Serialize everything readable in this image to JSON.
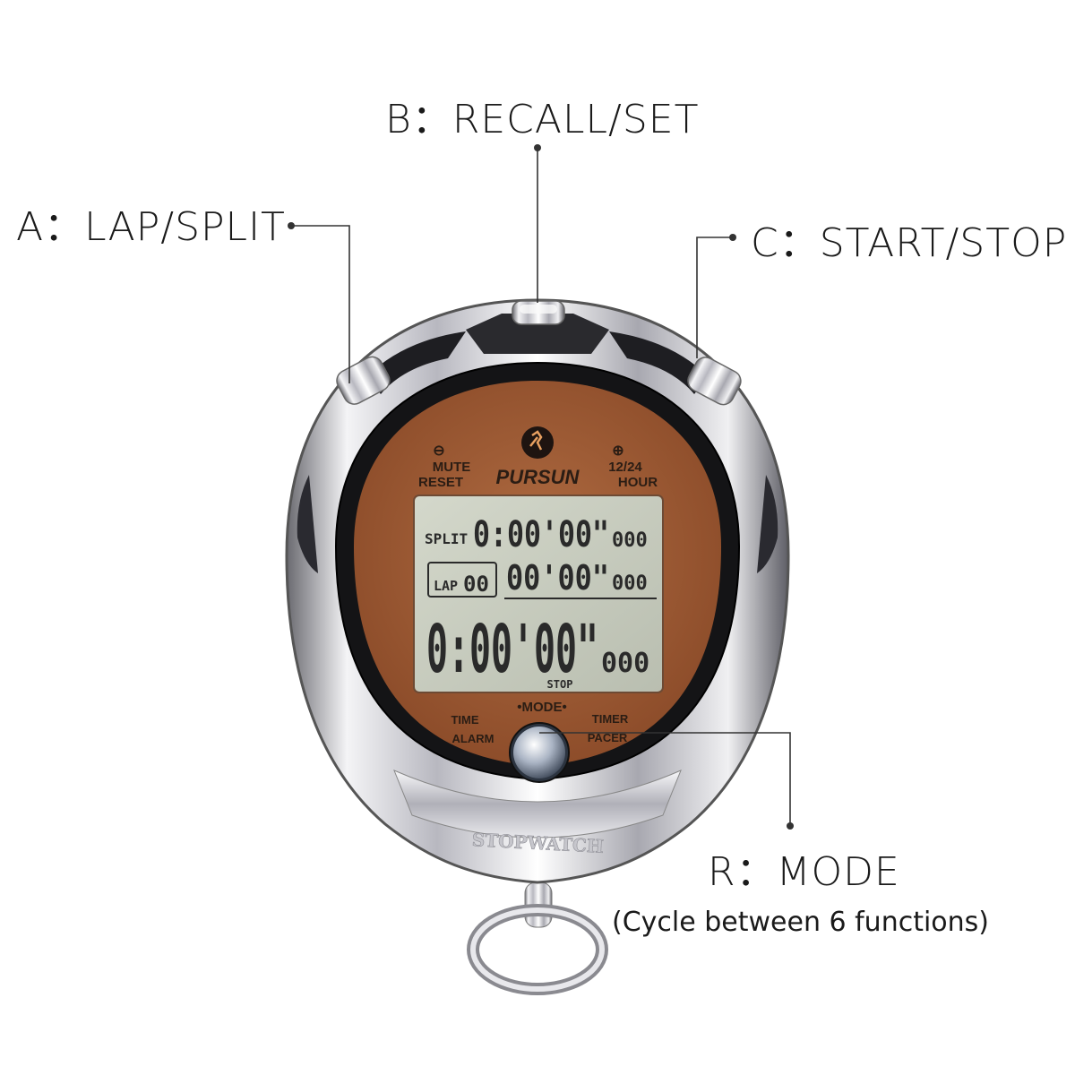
{
  "callouts": {
    "a": {
      "letter": "A",
      "label": "LAP/SPLIT"
    },
    "b": {
      "letter": "B",
      "label": "RECALL/SET"
    },
    "c": {
      "letter": "C",
      "label": "START/STOP"
    },
    "r": {
      "letter": "R",
      "label": "MODE",
      "note": "(Cycle between 6 functions)"
    }
  },
  "separator": "：",
  "dial": {
    "brand": "PURSUN",
    "minus_symbol": "⊖",
    "plus_symbol": "⊕",
    "left_top": "MUTE",
    "left_bottom": "RESET",
    "right_top": "12/24",
    "right_bottom": "HOUR",
    "mode_label": "•MODE•",
    "mode_left_top": "TIME",
    "mode_left_bottom": "ALARM",
    "mode_right_top": "TIMER",
    "mode_right_bottom": "PACER",
    "bezel_text": "STOPWATCH"
  },
  "lcd": {
    "split_label": "SPLIT",
    "row1_time": "0:00'00\"",
    "row1_ms": "000",
    "lap_label": "LAP",
    "lap_count": "00",
    "row2_time": "00'00\"",
    "row2_ms": "000",
    "row3_time": "0:00'00\"",
    "row3_ms": "000",
    "status": "STOP"
  },
  "colors": {
    "dial": "#9c5a34",
    "lcd": "#c9cdbf",
    "chrome_light": "#f2f2f4",
    "chrome_dark": "#2a2a2e",
    "line": "#333333"
  }
}
